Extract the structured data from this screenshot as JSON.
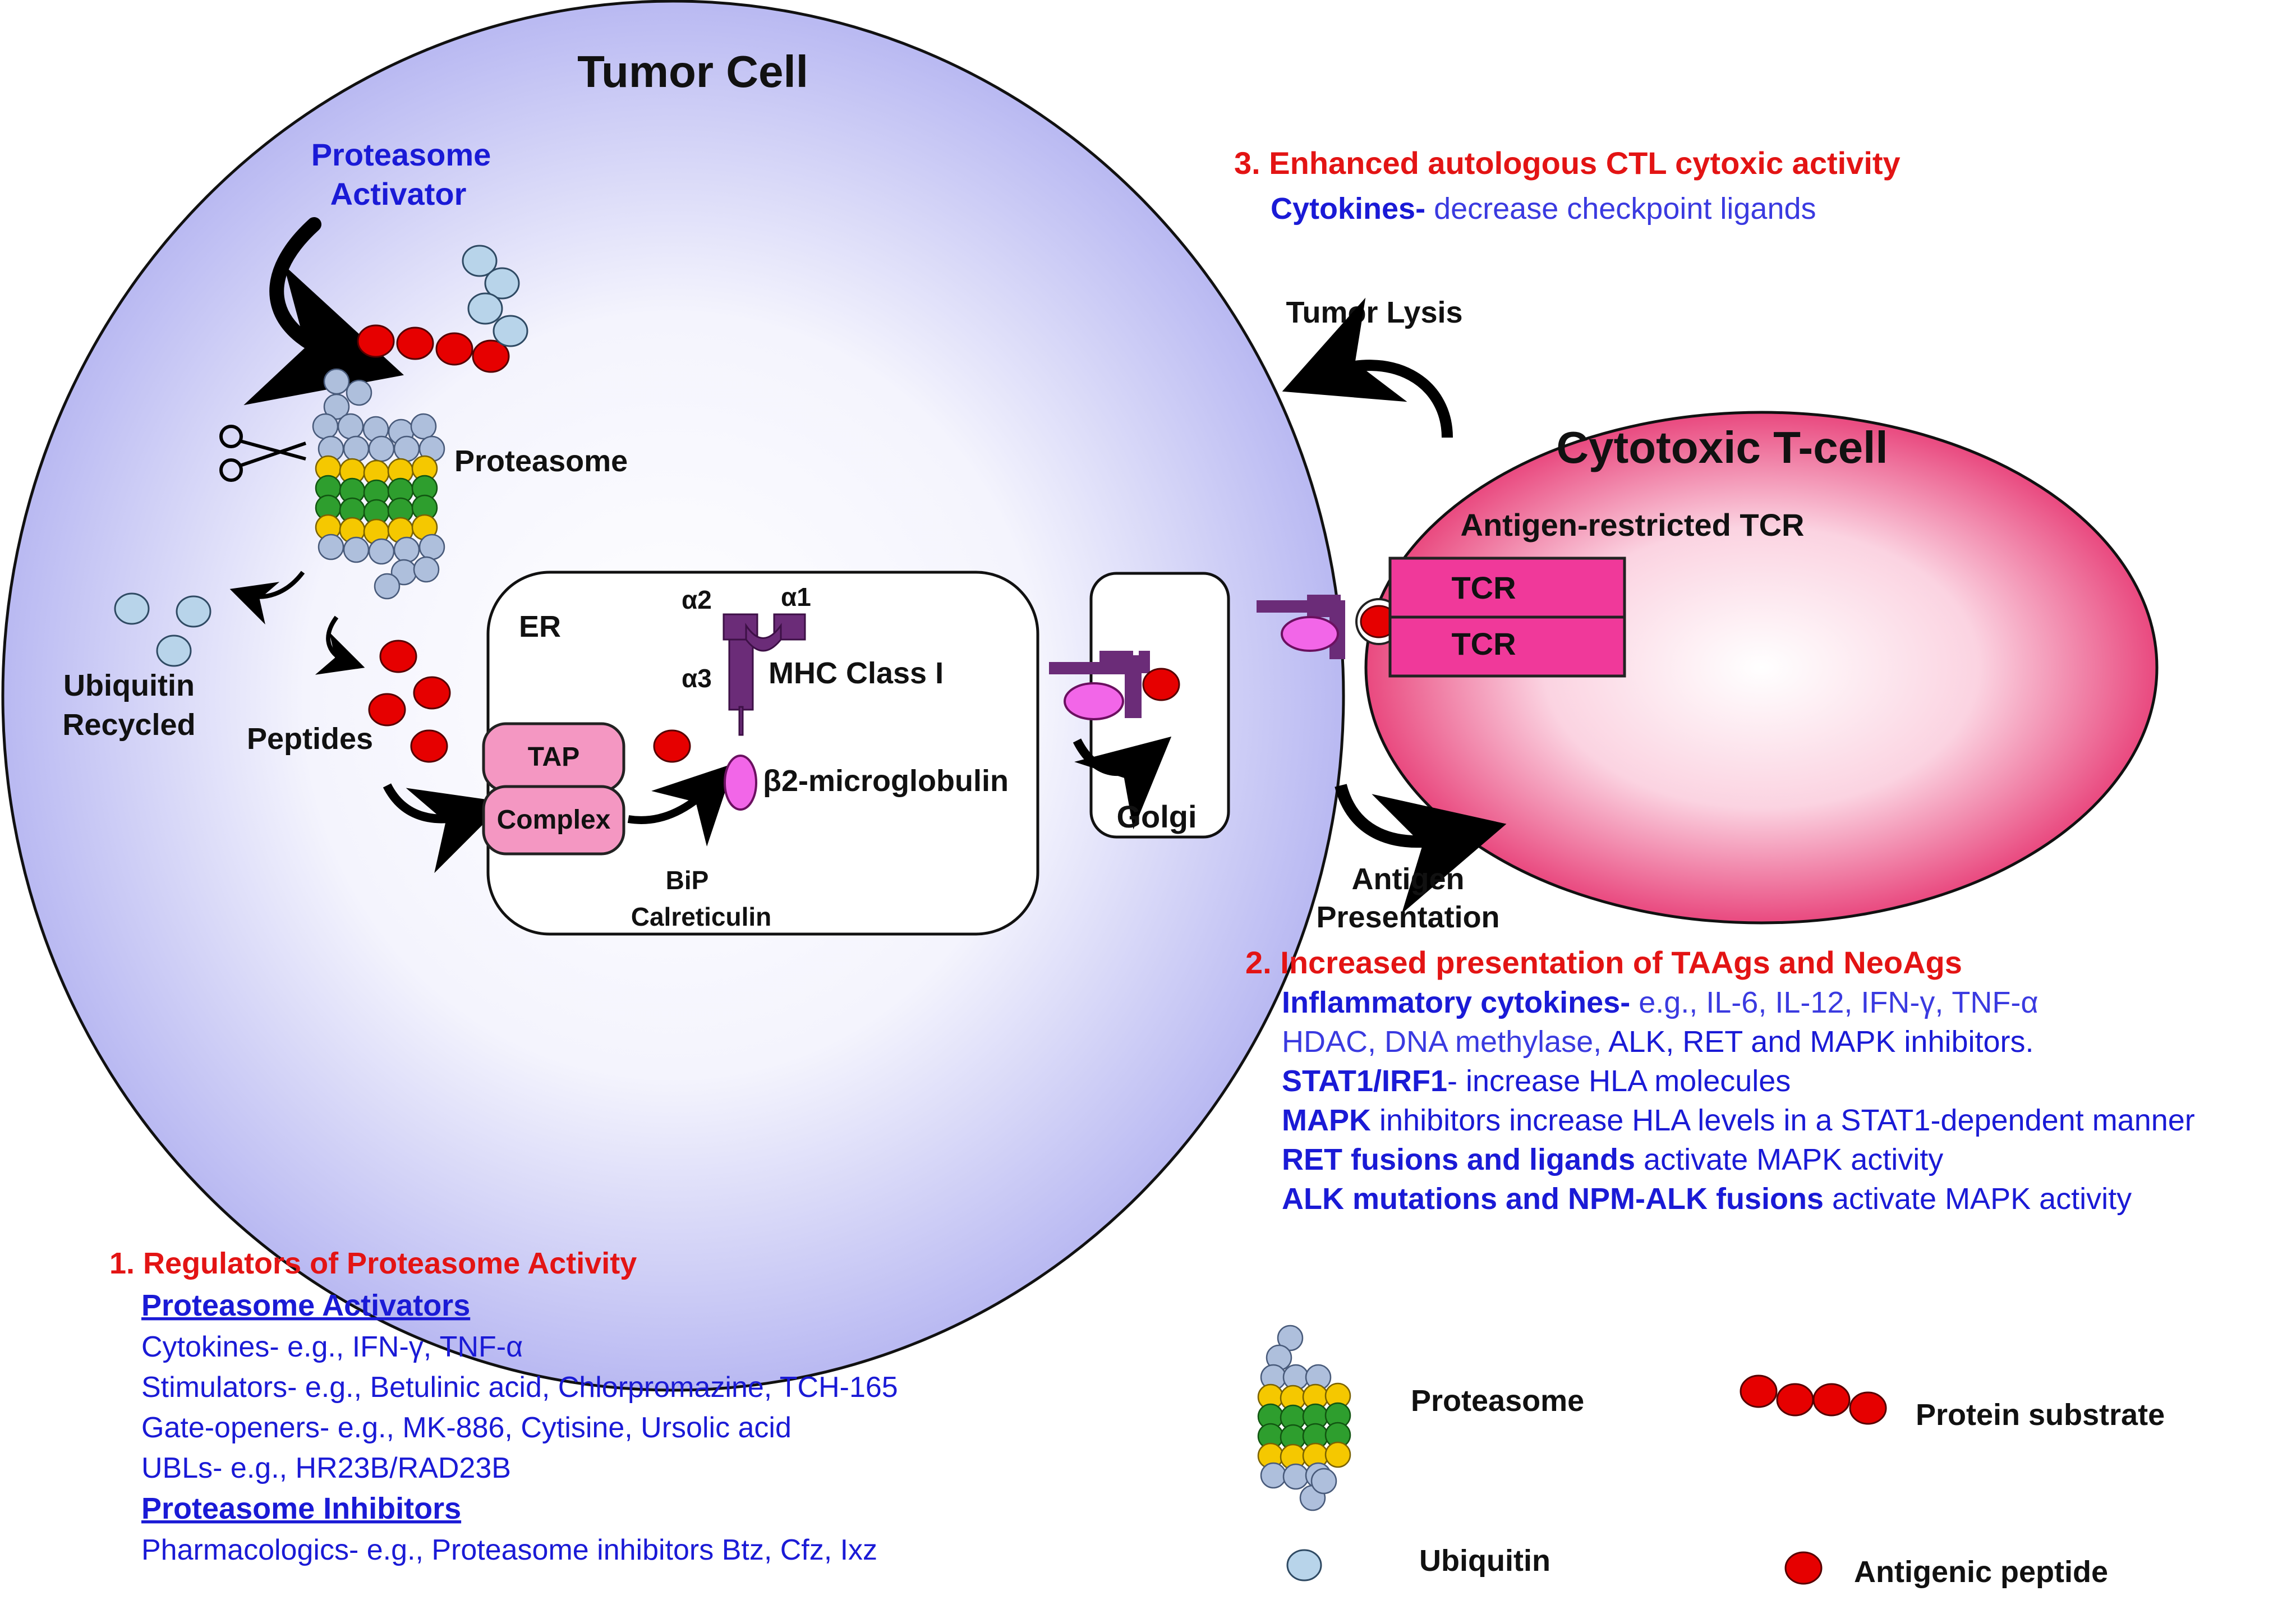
{
  "tumor_cell": {
    "title": "Tumor Cell",
    "proteasome_activator": [
      "Proteasome",
      "Activator"
    ],
    "proteasome": "Proteasome",
    "ubiquitin_recycled": [
      "Ubiquitin",
      "Recycled"
    ],
    "peptides": "Peptides",
    "er": "ER",
    "tap": "TAP",
    "complex": "Complex",
    "bip": "BiP",
    "calreticulin": "Calreticulin",
    "alpha1": "α1",
    "alpha2": "α2",
    "alpha3": "α3",
    "mhc_class_i": "MHC Class I",
    "b2m": "β2-microglobulin",
    "golgi": "Golgi"
  },
  "tcell": {
    "title": "Cytotoxic T-cell",
    "tcr_heading": "Antigen-restricted TCR",
    "tcr_top": "TCR",
    "tcr_bottom": "TCR",
    "tumor_lysis": "Tumor Lysis",
    "antigen_presentation": [
      "Antigen",
      "Presentation"
    ]
  },
  "section3": {
    "heading": "3. Enhanced autologous CTL cytoxic activity",
    "line_bold": "Cytokines-",
    "line_rest": " decrease checkpoint ligands"
  },
  "section2": {
    "heading": "2. Increased presentation of TAAgs and NeoAgs",
    "l1_bold": "Inflammatory cytokines-",
    "l1_rest": " e.g., IL-6, IL-12, IFN-γ, TNF-α",
    "l2_a": "HDAC, DNA methylase, ",
    "l2_b": "ALK, RET and MAPK inhibitors.",
    "l3_bold": "STAT1/IRF1",
    "l3_rest": "- increase HLA molecules",
    "l4_bold": "MAPK",
    "l4_rest": " inhibitors increase HLA levels in a STAT1-dependent manner",
    "l5_bold": "RET fusions and ligands",
    "l5_rest": " activate MAPK activity",
    "l6_bold": "ALK mutations and NPM-ALK fusions",
    "l6_rest": " activate MAPK activity"
  },
  "section1": {
    "heading": "1. Regulators of Proteasome Activity",
    "activators_heading": "Proteasome Activators",
    "activators": [
      "Cytokines- e.g., IFN-γ, TNF-α",
      "Stimulators- e.g., Betulinic acid, Chlorpromazine, TCH-165",
      "Gate-openers- e.g., MK-886, Cytisine, Ursolic acid",
      "UBLs- e.g., HR23B/RAD23B"
    ],
    "inhibitors_heading": "Proteasome Inhibitors",
    "inhibitors": [
      "Pharmacologics- e.g., Proteasome inhibitors Btz, Cfz, Ixz"
    ]
  },
  "legend": {
    "proteasome": "Proteasome",
    "protein_substrate": "Protein substrate",
    "ubiquitin": "Ubiquitin",
    "antigenic_peptide": "Antigenic peptide"
  },
  "colors": {
    "tumor_cell_fill": "#c8c8f5",
    "tcell_fill": "#ec5a8e",
    "tcr_box": "#f0399a",
    "mhc_purple": "#6b2c78",
    "peptide_red": "#e60000",
    "ubiquitin_blue": "#b8d4ea",
    "proteasome_yellow": "#f5c800",
    "proteasome_green": "#2e9e2e",
    "text_blue": "#1a1ad6",
    "text_red": "#e31414"
  }
}
